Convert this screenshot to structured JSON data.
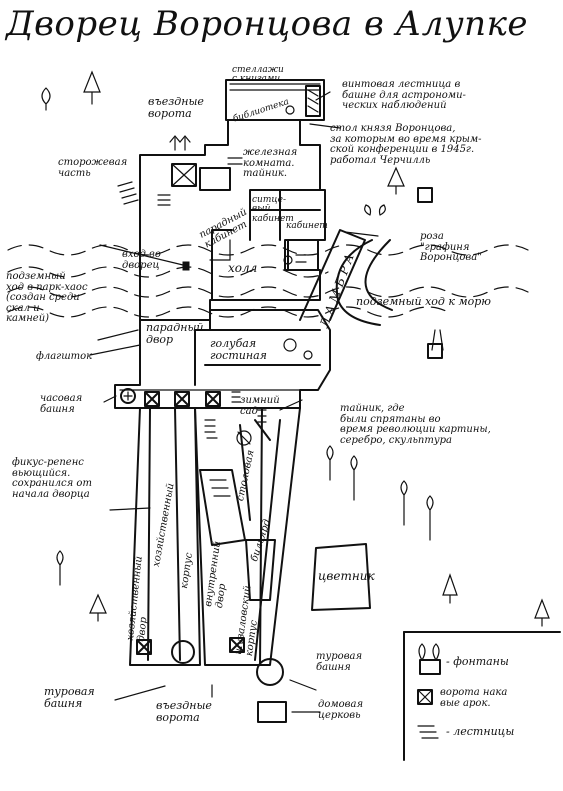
{
  "title": "Дворец Воронцова в Алупке",
  "labels": {
    "entry_gates_top": "въездные\nворота",
    "guard_part": "сторожевая\nчасть",
    "shelves": "стеллажи\nс книгами",
    "library": "библиотека",
    "spiral_stair": "винтовая лестница в\nбашне для астрономи-\nческих наблюдений",
    "vorontsov_table": "стол князя Воронцова,\nза которым во время крым-\nской конференции в 1945г.\nработал Черчилль",
    "iron_room": "железная\nкомната.\nтайник.",
    "parade_study": "парадный\nкабинет",
    "chintz_room": "ситце-\nвый\nкабинет",
    "gallery": "кабинет",
    "entrance": "вход во\nдворец",
    "hall": "холл",
    "lambra": "ЛАМБРА",
    "rose": "роза\n\"графиня\nВоронцова\"",
    "underground_park": "подземный\nход в парк-хаос\n(создан среди\nскал и\nкамней)",
    "underground_sea": "подземный ход к морю",
    "flagstaff": "флагшток",
    "parade_yard": "парадный\nдвор",
    "blue_room": "голубая\nгостиная",
    "clock_tower": "часовая\nбашня",
    "winter_garden": "зимний\nсад",
    "hideout": "тайник, где\nбыли спрятаны во\nвремя революции картины,\nсеребро, скульптура",
    "ficus": "фикус-репенс\nвьющийся.\nсохранился от\nначала дворца",
    "service_yard_1": "хозяйственный",
    "service_yard_2": "хозяйственный\nдвор",
    "corps": "корпус",
    "inner_yard": "внутренний\nдвор",
    "dining": "столовая",
    "billiard": "бильярд",
    "shuvalov": "шуваловский\nкорпус",
    "flowerbed": "цветник",
    "tower_right": "туровая\nбашня",
    "tower_left": "туровая\nбашня",
    "entry_gates_bottom": "въездные\nворота",
    "chapel": "домовая\nцерковь"
  },
  "legend": {
    "fountains": "- фонтаны",
    "gates": "ворота нака\nвые арок.",
    "stairs": "- лестницы"
  }
}
